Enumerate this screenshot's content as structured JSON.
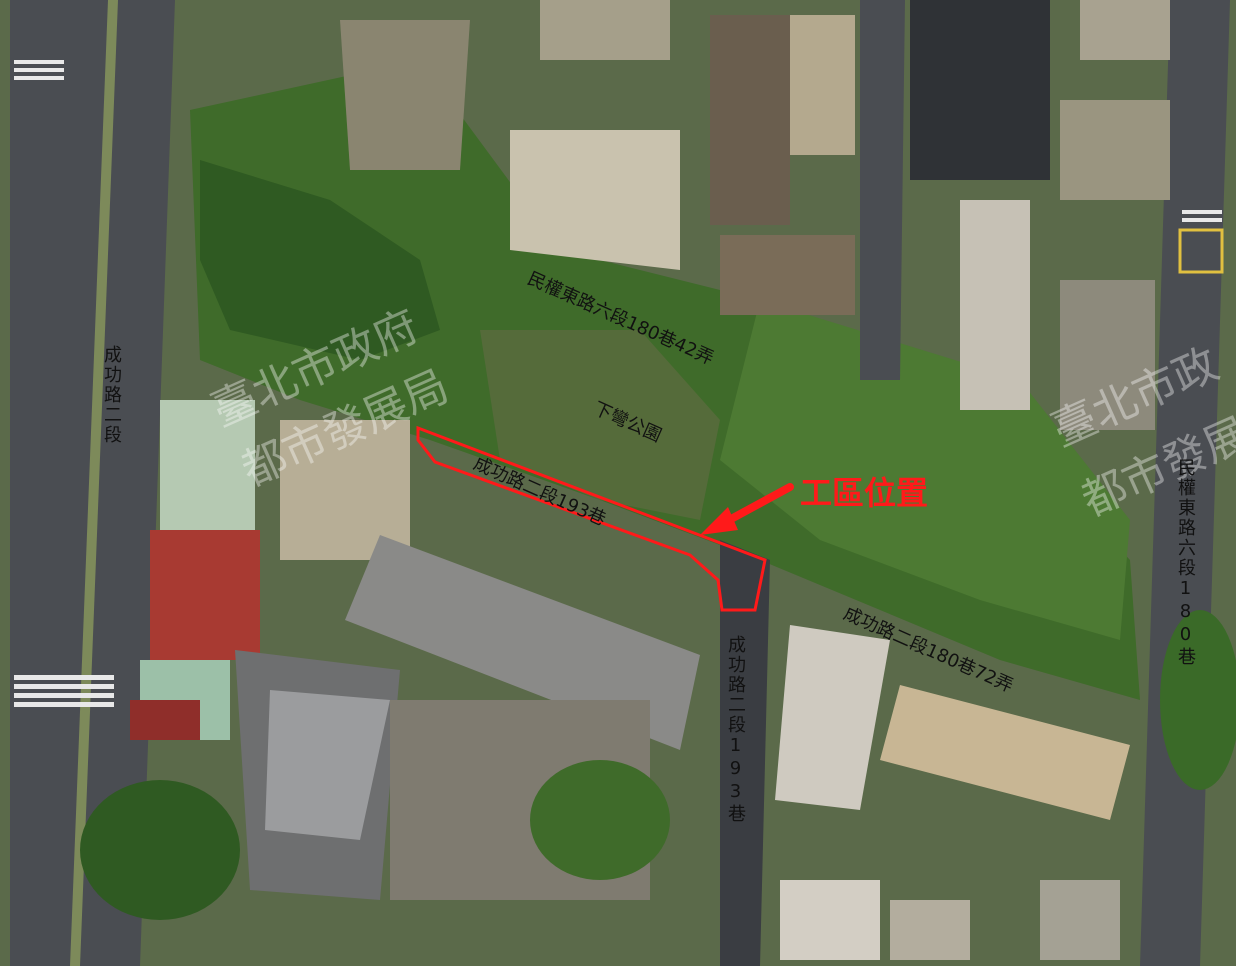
{
  "watermark": {
    "left_line1": "臺北市政府",
    "left_line2": "都市發展局",
    "right_line1": "臺北市政",
    "right_line2": "都市發展局"
  },
  "labels": {
    "road_minquan_180_42": "民權東路六段180巷42弄",
    "park": "下彎公園",
    "lane_193": "成功路二段193巷",
    "lane_180_72": "成功路二段180巷72弄",
    "road_chenggong_left": "成功路二段",
    "road_chenggong_193_vertical": "成功路二段193巷",
    "road_minquan_180_vertical": "民權東路六段180巷"
  },
  "callout": {
    "text": "工區位置",
    "color": "#ff1a1a"
  },
  "work_zone": {
    "outline_color": "#ff1a1a"
  }
}
